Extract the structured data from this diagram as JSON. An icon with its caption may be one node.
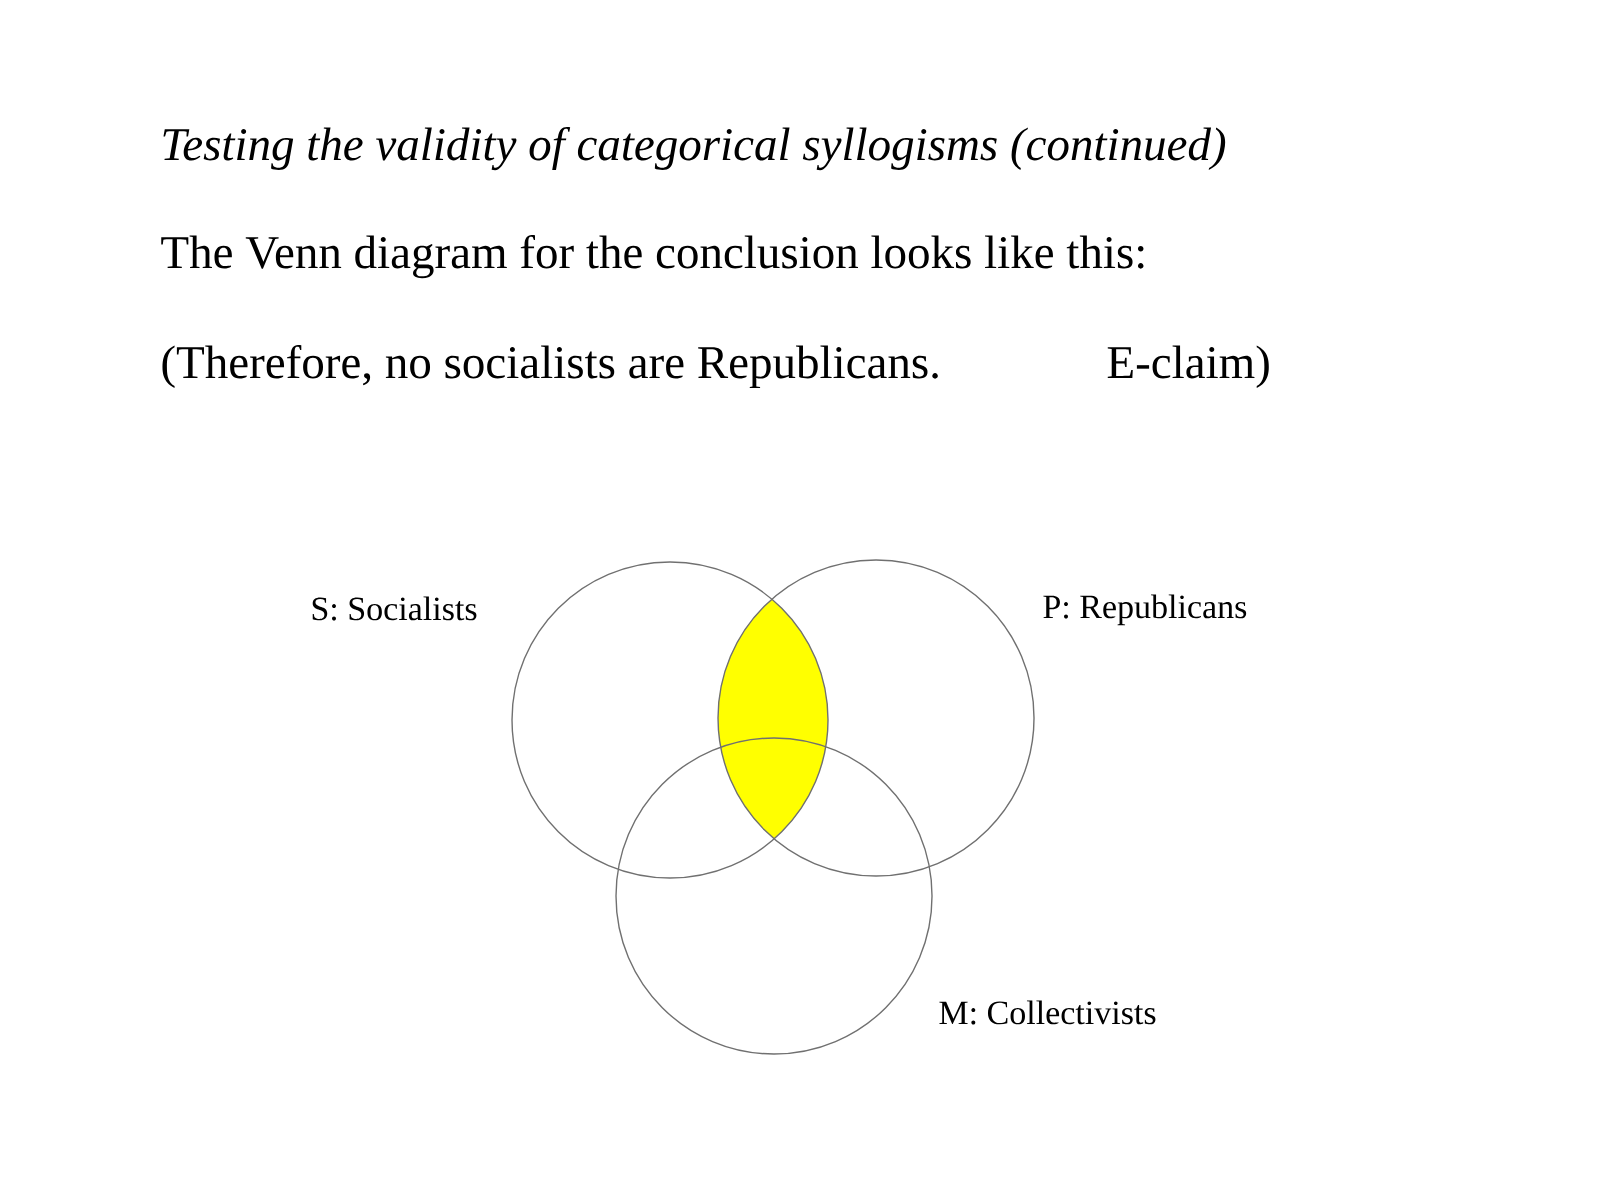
{
  "diagram": {
    "title": "Testing the validity of categorical syllogisms (continued)",
    "nodes": [
      {
        "text": [
          "S: Socialists"
        ]
      },
      {
        "text": [
          "P: Republicans"
        ]
      },
      {
        "text": [
          "M: Collectivists"
        ]
      },
      {
        "text": [],
        "shape": "lens"
      }
    ],
    "labels": [
      "The Venn diagram for the conclusion looks like this:",
      "(Therefore, no socialists are Republicans.",
      "E-claim)"
    ]
  }
}
